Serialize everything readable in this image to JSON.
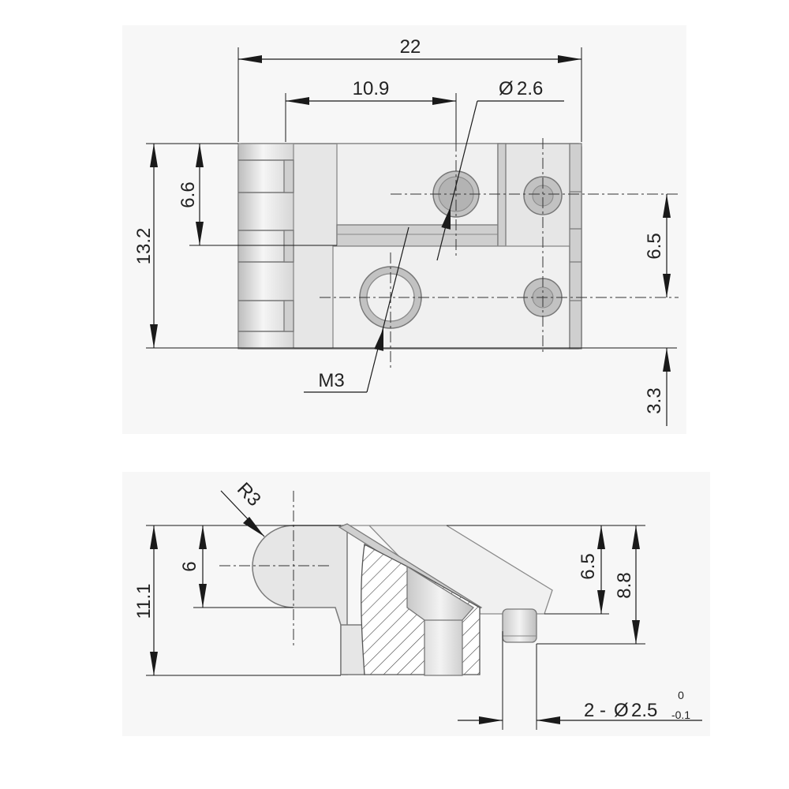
{
  "top_view": {
    "dim_width": "22",
    "dim_offset": "10.9",
    "dim_hole": "2.6",
    "dim_height": "13.2",
    "dim_knuckle": "6.6",
    "dim_pitch": "6.5",
    "dim_bottom": "3.3",
    "thread_label": "M3"
  },
  "side_view": {
    "radius_label": "R3",
    "dim_total_height": "11.1",
    "dim_pivot_height": "6",
    "dim_pin_height": "6.5",
    "dim_top_height": "8.8",
    "pin_prefix": "2 - ",
    "pin_diameter": "2.5",
    "tol_upper": "0",
    "tol_lower": "-0.1"
  },
  "symbols": {
    "diameter": "Ø"
  }
}
